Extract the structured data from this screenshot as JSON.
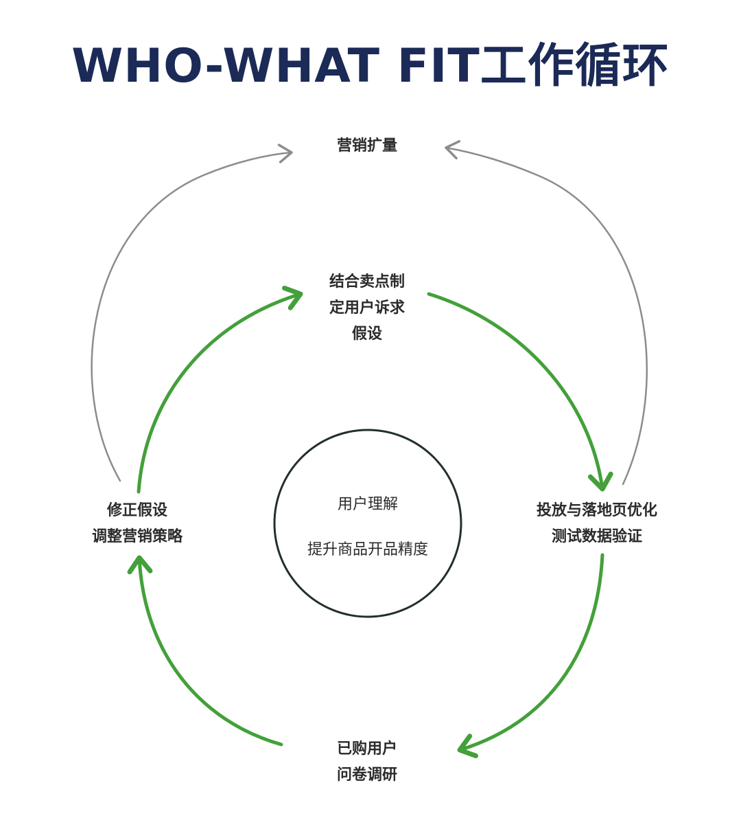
{
  "title": "WHO-WHAT FIT工作循环",
  "center": {
    "line1": "用户理解",
    "line2": "提升商品开品精度"
  },
  "nodes": {
    "top": {
      "line1": "营销扩量"
    },
    "upper": {
      "line1": "结合卖点制",
      "line2": "定用户诉求",
      "line3": "假设"
    },
    "right": {
      "line1": "投放与落地页优化",
      "line2": "测试数据验证"
    },
    "bottom": {
      "line1": "已购用户",
      "line2": "问卷调研"
    },
    "left": {
      "line1": "修正假设",
      "line2": "调整营销策略"
    }
  },
  "colors": {
    "title": "#1b2a56",
    "inner_arrows": "#43a03a",
    "outer_arrows": "#8c8c8c",
    "center_circle": "#22302a",
    "text": "#2b2b2b"
  }
}
